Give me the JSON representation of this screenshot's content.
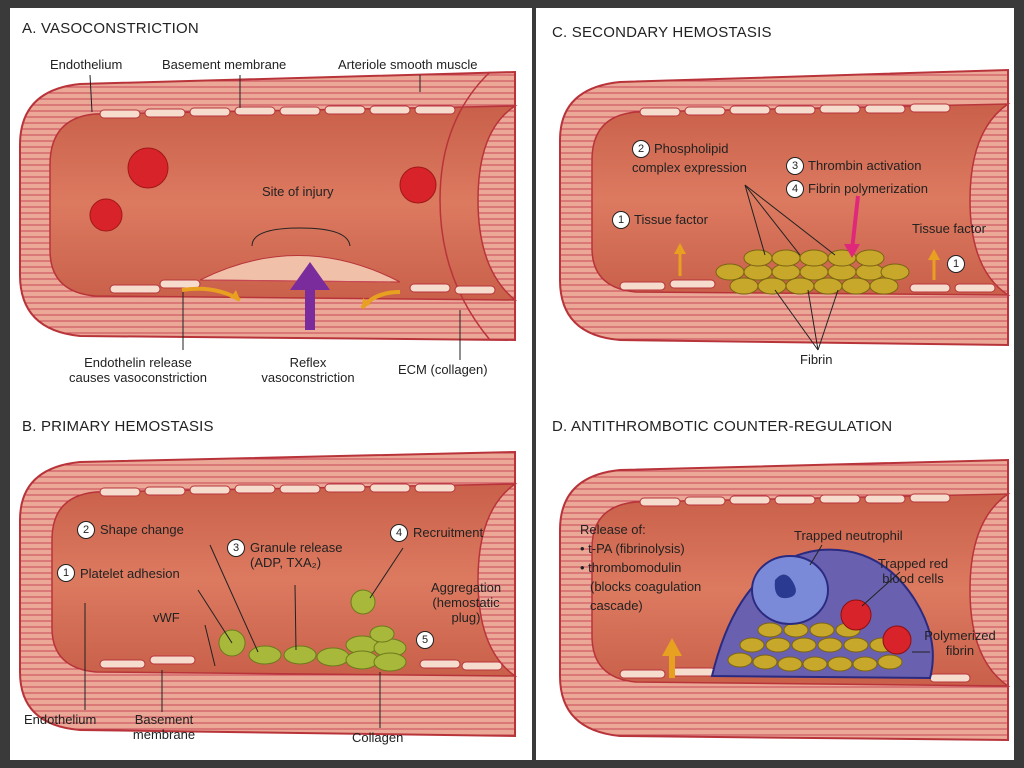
{
  "panels": {
    "a": {
      "title": "A. VASOCONSTRICTION",
      "endothelium": "Endothelium",
      "basement_membrane": "Basement membrane",
      "arteriole_smooth_muscle": "Arteriole smooth muscle",
      "site_of_injury": "Site of injury",
      "endothelin_release_1": "Endothelin release",
      "endothelin_release_2": "causes vasoconstriction",
      "reflex_1": "Reflex",
      "reflex_2": "vasoconstriction",
      "ecm": "ECM (collagen)"
    },
    "b": {
      "title": "B. PRIMARY HEMOSTASIS",
      "shape_change": "Shape change",
      "granule_release_1": "Granule release",
      "granule_release_2": "(ADP, TXA₂)",
      "recruitment": "Recruitment",
      "platelet_adhesion": "Platelet adhesion",
      "aggregation_1": "Aggregation",
      "aggregation_2": "(hemostatic",
      "aggregation_3": "plug)",
      "vwf": "vWF",
      "endothelium": "Endothelium",
      "basement_membrane_1": "Basement",
      "basement_membrane_2": "membrane",
      "collagen": "Collagen",
      "n1": "1",
      "n2": "2",
      "n3": "3",
      "n4": "4",
      "n5": "5"
    },
    "c": {
      "title": "C. SECONDARY HEMOSTASIS",
      "phospholipid_1": "Phospholipid",
      "phospholipid_2": "complex expression",
      "thrombin_activation": "Thrombin activation",
      "fibrin_polymerization": "Fibrin polymerization",
      "tissue_factor_left": "Tissue factor",
      "tissue_factor_right": "Tissue factor",
      "fibrin": "Fibrin",
      "n1": "1",
      "n2": "2",
      "n3": "3",
      "n4": "4",
      "n1b": "1"
    },
    "d": {
      "title": "D. ANTITHROMBOTIC COUNTER-REGULATION",
      "release_of": "Release of:",
      "tpa": "• t-PA (fibrinolysis)",
      "thrombomodulin": "• thrombomodulin",
      "blocks_1": "(blocks coagulation",
      "blocks_2": "cascade)",
      "trapped_neutrophil": "Trapped neutrophil",
      "trapped_red_1": "Trapped red",
      "trapped_red_2": "blood cells",
      "polymerized_1": "Polymerized",
      "polymerized_2": "fibrin"
    }
  },
  "colors": {
    "vessel_wall": "#e8a08e",
    "lumen": "#c9604a",
    "lumen_light": "#e58a6e",
    "wall_stroke": "#b8343a",
    "endothelial_cell": "#f6dccd",
    "nucleus": "#3a4aa0",
    "red_cell": "#d8232a",
    "platelet": "#a8b83a",
    "fibrin_clot": "#c8a82a",
    "arrow_purple": "#7a2c9c",
    "arrow_orange": "#e8a020",
    "arrow_pink": "#e0287a",
    "neutrophil": "#7a8ad8"
  }
}
